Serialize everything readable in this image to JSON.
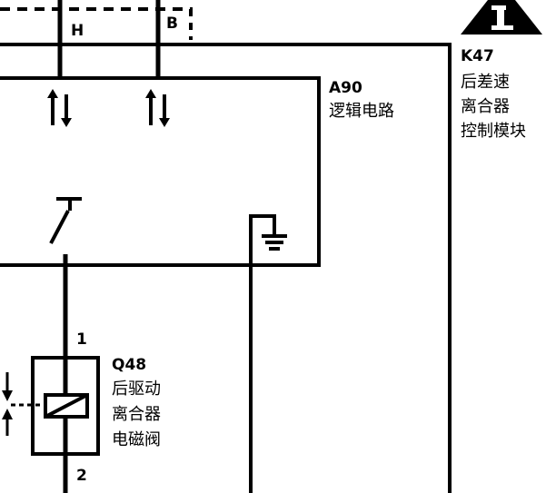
{
  "connectors": {
    "left_pin": "H",
    "right_pin": "B"
  },
  "module": {
    "code": "K47",
    "name_lines": [
      "后差速",
      "离合器",
      "控制模块"
    ]
  },
  "logic": {
    "code": "A90",
    "name": "逻辑电路"
  },
  "solenoid": {
    "code": "Q48",
    "name_lines": [
      "后驱动",
      "离合器",
      "电磁阀"
    ],
    "pin_top": "1",
    "pin_bottom": "2"
  },
  "warning_icon": "info-triangle-icon"
}
